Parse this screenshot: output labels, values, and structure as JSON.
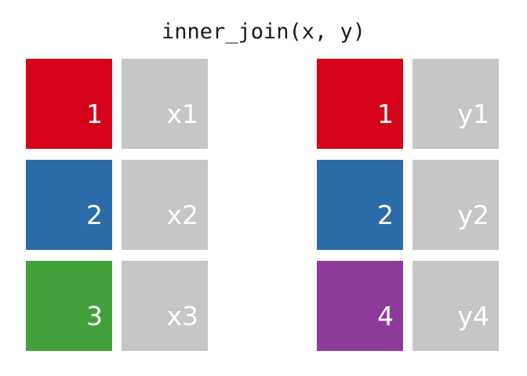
{
  "title": "inner_join(x, y)",
  "colors": {
    "red": "#d6021a",
    "blue": "#2b6ca8",
    "green": "#43a13b",
    "purple": "#8e3a9b",
    "gray": "#c6c6c6",
    "text": "#ffffff",
    "title_text": "#1a1a1a",
    "background": "#ffffff"
  },
  "tables": [
    {
      "name": "x",
      "rows": [
        {
          "key": "1",
          "value": "x1",
          "key_color": "#d6021a"
        },
        {
          "key": "2",
          "value": "x2",
          "key_color": "#2b6ca8"
        },
        {
          "key": "3",
          "value": "x3",
          "key_color": "#43a13b"
        }
      ]
    },
    {
      "name": "y",
      "rows": [
        {
          "key": "1",
          "value": "y1",
          "key_color": "#d6021a"
        },
        {
          "key": "2",
          "value": "y2",
          "key_color": "#2b6ca8"
        },
        {
          "key": "4",
          "value": "y4",
          "key_color": "#8e3a9b"
        }
      ]
    }
  ]
}
